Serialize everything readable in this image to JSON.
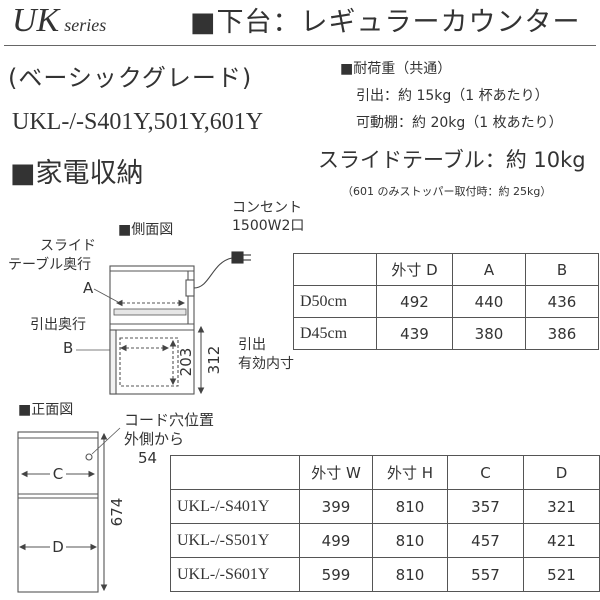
{
  "header": {
    "brand": "UK",
    "brand_suffix": "series",
    "title": "■下台：レギュラーカウンター"
  },
  "product": {
    "grade": "(ベーシックグレード)",
    "models": "UKL-/-S401Y,501Y,601Y"
  },
  "load": {
    "title": "■耐荷重（共通）",
    "drawer": "引出：約 15kg（1 杯あたり）",
    "shelf": "可動棚：約 20kg（1 枚あたり）"
  },
  "appliance": {
    "title": "■家電収納",
    "slide_table": "スライドテーブル：約 10kg",
    "note": "（601 のみストッパー取付時：約 25kg）"
  },
  "side_view": {
    "title": "■側面図",
    "outlet_label": "コンセント",
    "outlet_spec": "1500W2口",
    "slide_label_1": "スライド",
    "slide_label_2": "テーブル奥行",
    "slide_dim": "A",
    "drawer_label": "引出奥行",
    "drawer_dim": "B",
    "dim_203": "203",
    "dim_312": "312",
    "inner_label_1": "引出",
    "inner_label_2": "有効内寸"
  },
  "table_depth": {
    "headers": [
      "外寸 D",
      "A",
      "B"
    ],
    "rows": [
      [
        "D50cm",
        "492",
        "440",
        "436"
      ],
      [
        "D45cm",
        "439",
        "380",
        "386"
      ]
    ]
  },
  "front_view": {
    "title": "■正面図",
    "cord_label_1": "コード穴位置",
    "cord_label_2": "外側から",
    "cord_dim": "54",
    "dim_c": "C",
    "dim_d": "D",
    "dim_674": "674"
  },
  "table_width": {
    "headers": [
      "外寸 W",
      "外寸 H",
      "C",
      "D"
    ],
    "rows": [
      [
        "UKL-/-S401Y",
        "399",
        "810",
        "357",
        "321"
      ],
      [
        "UKL-/-S501Y",
        "499",
        "810",
        "457",
        "421"
      ],
      [
        "UKL-/-S601Y",
        "599",
        "810",
        "557",
        "521"
      ]
    ]
  }
}
